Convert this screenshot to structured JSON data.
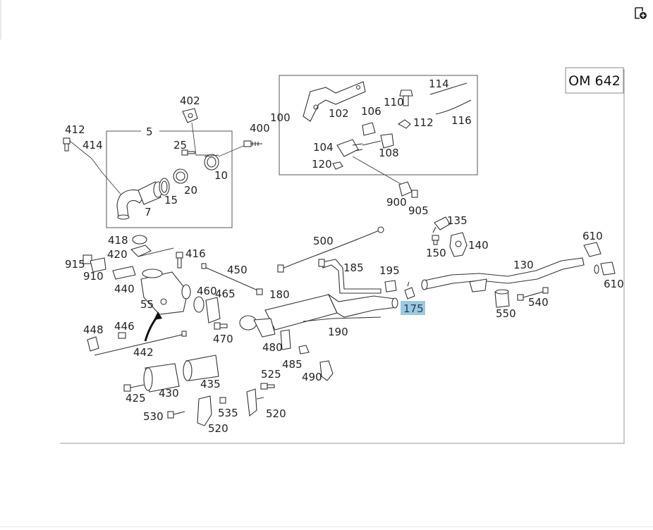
{
  "diagram": {
    "engine_code": "OM 642",
    "selected_part": "175",
    "colors": {
      "highlight": "#9cc9df",
      "line": "#333333",
      "frame": "#999999"
    },
    "toolbar": {
      "add_note_icon": "add-note-icon"
    },
    "groups": {
      "g100": "100",
      "g5": "5"
    },
    "labels": {
      "p412": "412",
      "p414": "414",
      "p402": "402",
      "p25": "25",
      "p10": "10",
      "p20": "20",
      "p15": "15",
      "p7": "7",
      "p400": "400",
      "p100": "100",
      "p102": "102",
      "p106": "106",
      "p110": "110",
      "p114": "114",
      "p112": "112",
      "p116": "116",
      "p104": "104",
      "p108": "108",
      "p120": "120",
      "p900": "900",
      "p905": "905",
      "p135": "135",
      "p150": "150",
      "p140": "140",
      "p610a": "610",
      "p610b": "610",
      "p130": "130",
      "p540": "540",
      "p550": "550",
      "p418": "418",
      "p420": "420",
      "p416": "416",
      "p915": "915",
      "p910": "910",
      "p440": "440",
      "p450": "450",
      "p500": "500",
      "p185": "185",
      "p195": "195",
      "p55": "55",
      "p460": "460",
      "p465": "465",
      "p180": "180",
      "p175": "175",
      "p470": "470",
      "p448": "448",
      "p446": "446",
      "p442": "442",
      "p480": "480",
      "p190": "190",
      "p485": "485",
      "p490": "490",
      "p525": "525",
      "p425": "425",
      "p430": "430",
      "p435": "435",
      "p530": "530",
      "p535": "535",
      "p520a": "520",
      "p520b": "520"
    }
  }
}
